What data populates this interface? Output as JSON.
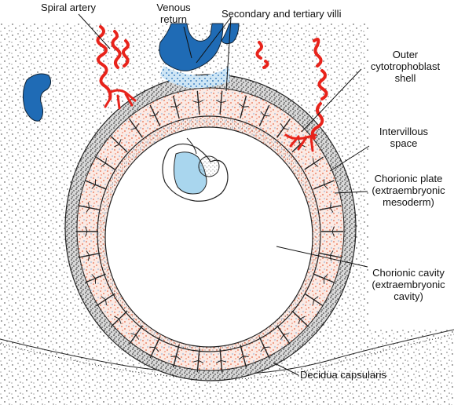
{
  "labels": {
    "spiral_artery": "Spiral artery",
    "venous_return": "Venous\nreturn",
    "secondary_tertiary_villi": "Secondary and tertiary villi",
    "outer_cytotrophoblast_shell": "Outer\ncytotrophoblast\nshell",
    "intervillous_space": "Intervillous\nspace",
    "chorionic_plate": "Chorionic plate\n(extraembryonic\nmesoderm)",
    "chorionic_cavity": "Chorionic cavity\n(extraembryonic\ncavity)",
    "decidua_capsularis": "Decidua capsularis"
  },
  "colors": {
    "arterial_blood": "#e8231b",
    "venous_blood": "#1f6bb5",
    "amnion_fluid": "#a9d6ee",
    "maternal_dots": "#e86a4a",
    "stipple": "#222222"
  }
}
